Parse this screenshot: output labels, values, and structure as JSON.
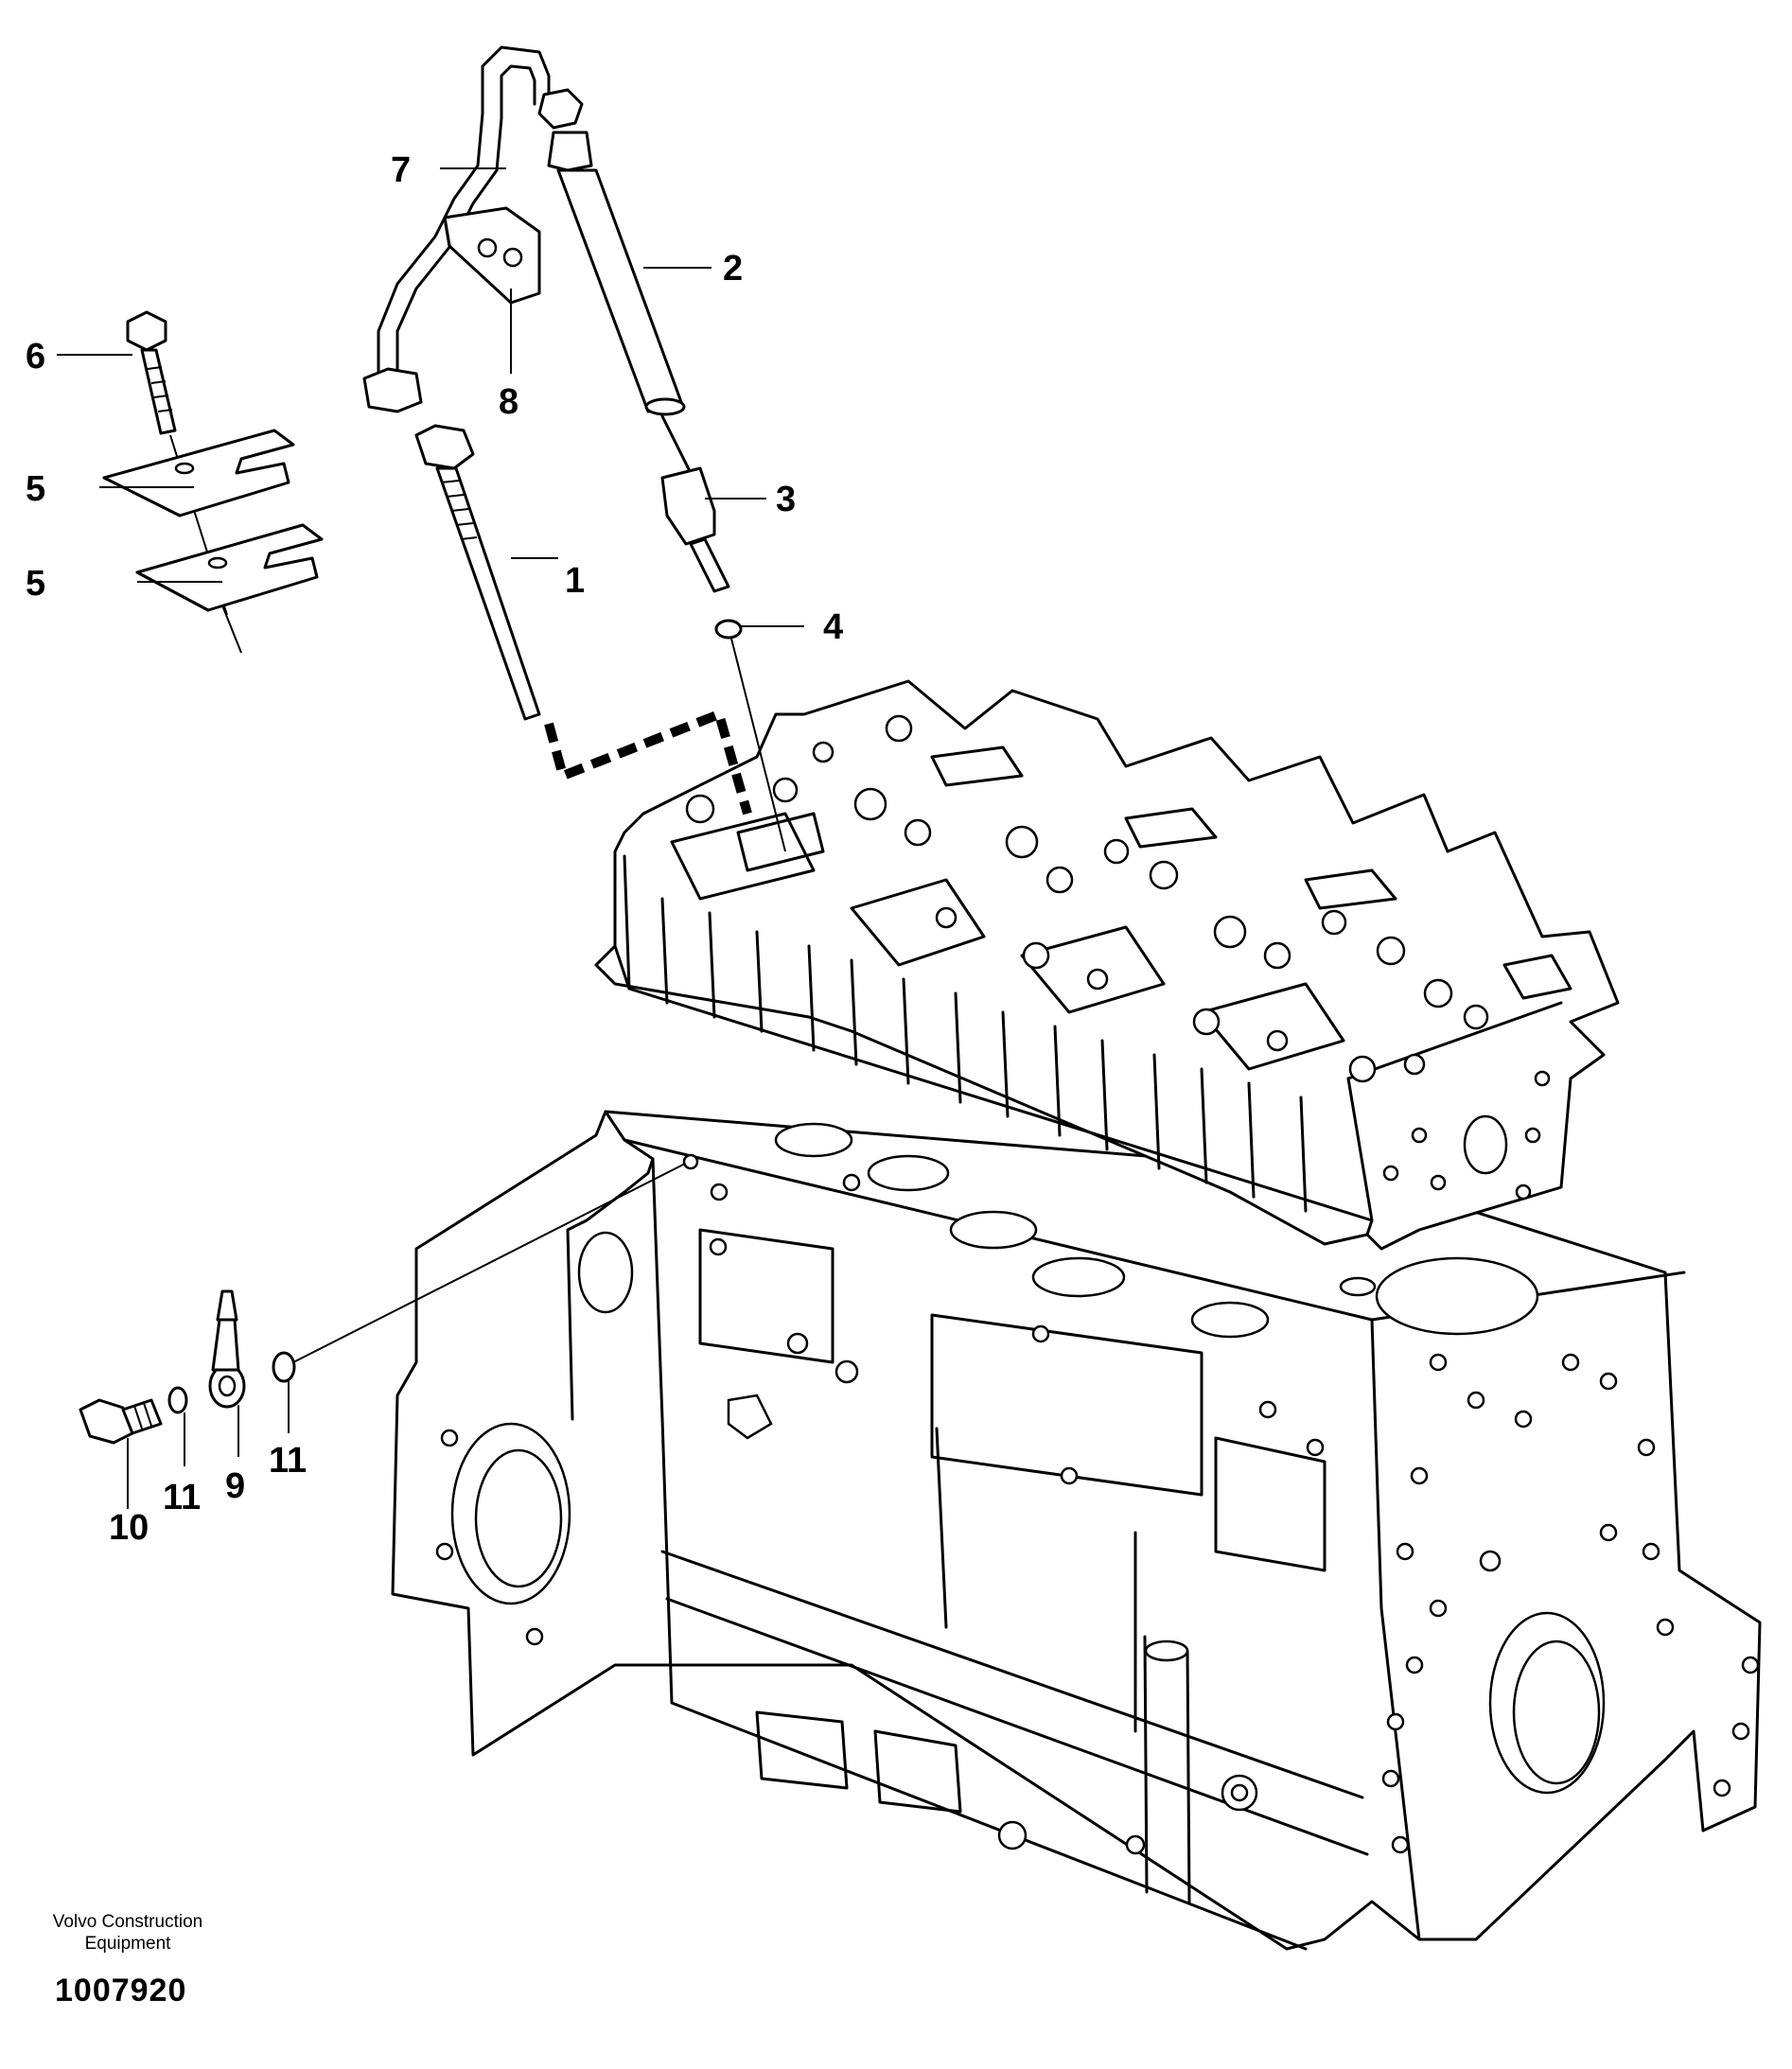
{
  "diagram": {
    "callouts": [
      {
        "id": "1",
        "label": "1"
      },
      {
        "id": "2",
        "label": "2"
      },
      {
        "id": "3",
        "label": "3"
      },
      {
        "id": "4",
        "label": "4"
      },
      {
        "id": "5a",
        "label": "5"
      },
      {
        "id": "5b",
        "label": "5"
      },
      {
        "id": "6",
        "label": "6"
      },
      {
        "id": "7",
        "label": "7"
      },
      {
        "id": "8",
        "label": "8"
      },
      {
        "id": "9",
        "label": "9"
      },
      {
        "id": "10",
        "label": "10"
      },
      {
        "id": "11a",
        "label": "11"
      },
      {
        "id": "11b",
        "label": "11"
      }
    ]
  },
  "footer": {
    "brand_line1": "Volvo Construction",
    "brand_line2": "Equipment",
    "document_number": "1007920"
  }
}
